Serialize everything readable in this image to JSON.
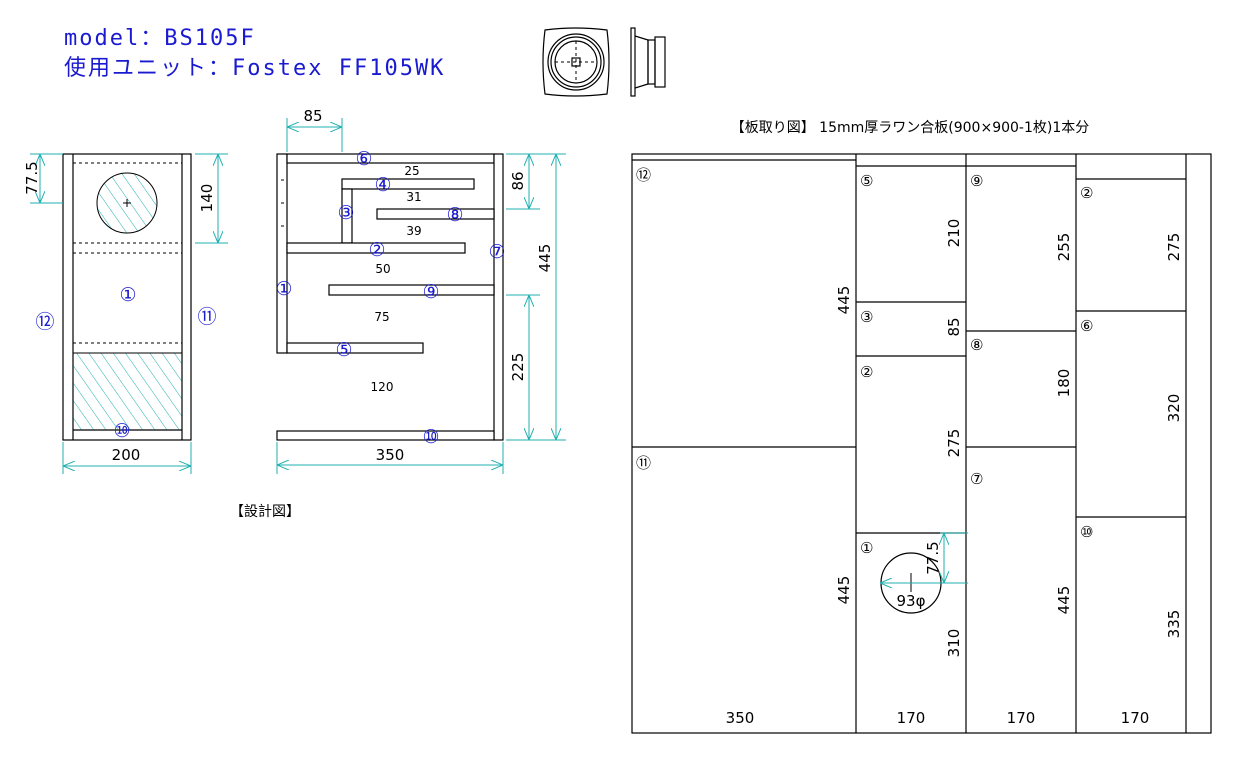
{
  "header": {
    "model_line": "model：BS105F",
    "unit_line": "使用ユニット：Fostex FF105WK"
  },
  "design": {
    "caption": "【設計図】",
    "front": {
      "dims": {
        "hole_offset": "77.5",
        "baffle_height": "140",
        "width": "200"
      },
      "labels": {
        "p1": "①",
        "p12": "⑫",
        "p11": "⑪",
        "p10": "⑩"
      }
    },
    "side": {
      "dims": {
        "top": "85",
        "upper_right": "86",
        "height": "445",
        "lower_right": "225",
        "depth": "350"
      },
      "gaps": [
        "25",
        "31",
        "39",
        "50",
        "75",
        "120"
      ],
      "labels": {
        "p1": "①",
        "p2": "②",
        "p3": "③",
        "p4": "④",
        "p5": "⑤",
        "p6": "⑥",
        "p7": "⑦",
        "p8": "⑧",
        "p9": "⑨",
        "p10": "⑩"
      }
    }
  },
  "cutting": {
    "title": "【板取り図】 15mm厚ラワン合板(900×900-1枚)1本分",
    "pieces": [
      {
        "label": "⑫",
        "dim": "445"
      },
      {
        "label": "⑪",
        "dim": "445"
      },
      {
        "label": "⑤",
        "dim": "210"
      },
      {
        "label": "③",
        "dim": "85"
      },
      {
        "label": "②",
        "dim": "275"
      },
      {
        "label": "①",
        "dim": "310"
      },
      {
        "label": "⑨",
        "dim": "255"
      },
      {
        "label": "⑧",
        "dim": "180"
      },
      {
        "label": "⑦",
        "dim": "445"
      },
      {
        "label": "②",
        "dim": "275"
      },
      {
        "label": "⑥",
        "dim": "320"
      },
      {
        "label": "⑩",
        "dim": "335"
      }
    ],
    "widths": [
      "350",
      "170",
      "170",
      "170"
    ],
    "hole": {
      "offset": "77.5",
      "diameter": "93φ"
    }
  },
  "colors": {
    "label_blue": "#1a1ad0",
    "dimension": "#20b0b0"
  }
}
